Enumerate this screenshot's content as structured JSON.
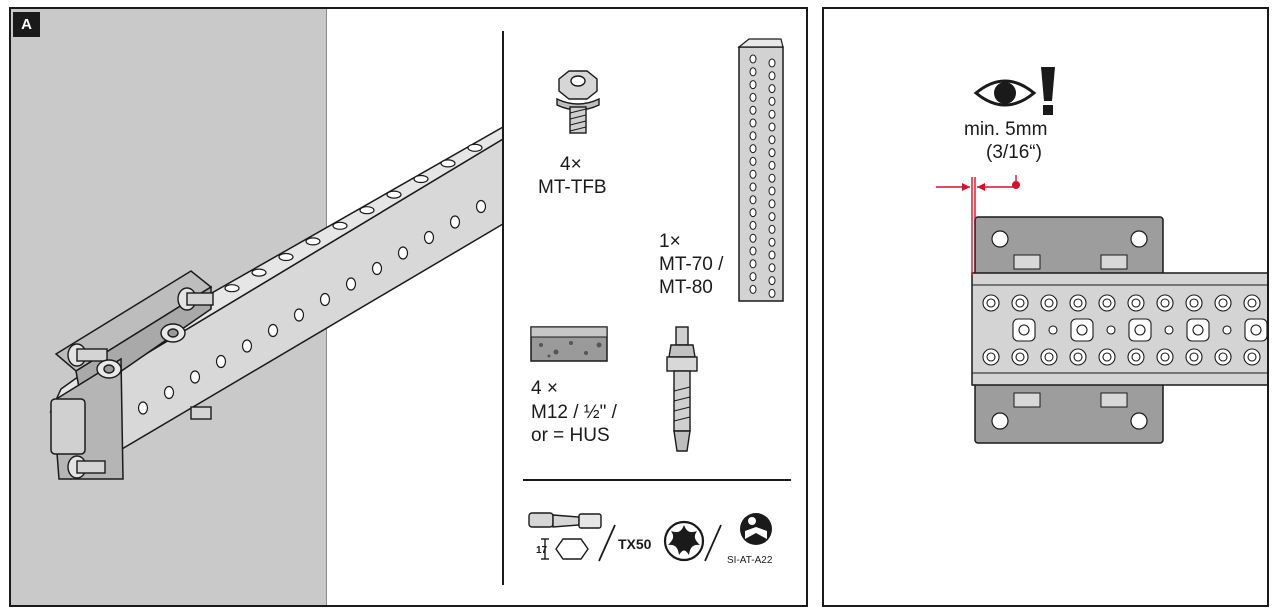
{
  "panel_a": {
    "badge": "A",
    "screw_qty": "4×",
    "screw_name": "MT-TFB",
    "channel_qty": "1×",
    "channel_line1": "MT-70 /",
    "channel_line2": "MT-80",
    "anchor_qty": "4 ×",
    "anchor_line1": "M12 / ½\" /",
    "anchor_line2": "or = HUS",
    "wrench_size": "17",
    "torx_label": "TX50",
    "manual_code": "SI-AT-A22"
  },
  "panel_b": {
    "inspect_line1": "min. 5mm",
    "inspect_line2": "(3/16“)"
  },
  "icons": [
    "eye-icon",
    "exclamation-icon",
    "ratchet-wrench-icon",
    "hex-socket-icon",
    "torx-icon",
    "read-manual-icon"
  ],
  "colors": {
    "measure_red": "#d6102a",
    "wall_gray": "#c9c9c9",
    "metal_gray": "#cfcfcf"
  }
}
